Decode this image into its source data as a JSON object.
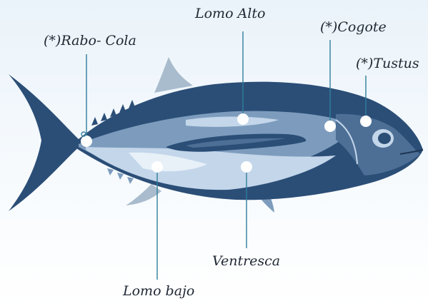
{
  "diagram": {
    "labels": {
      "lomo_alto": "Lomo Alto",
      "cogote": "(*)Cogote",
      "rabo_cola": "(*)Rabo- Cola",
      "tustus": "(*)Tustus",
      "ventresca": "Ventresca",
      "lomo_bajo": "Lomo bajo"
    },
    "colors": {
      "dark_navy": "#2b4e77",
      "mid_blue": "#7d9cbd",
      "light_blue": "#c3d6ea",
      "pale": "#e8f0f8",
      "fin_grey": "#a9bccd",
      "leader": "#2f7f9c",
      "marker": "#ffffff",
      "background": "#eef5fb"
    }
  }
}
